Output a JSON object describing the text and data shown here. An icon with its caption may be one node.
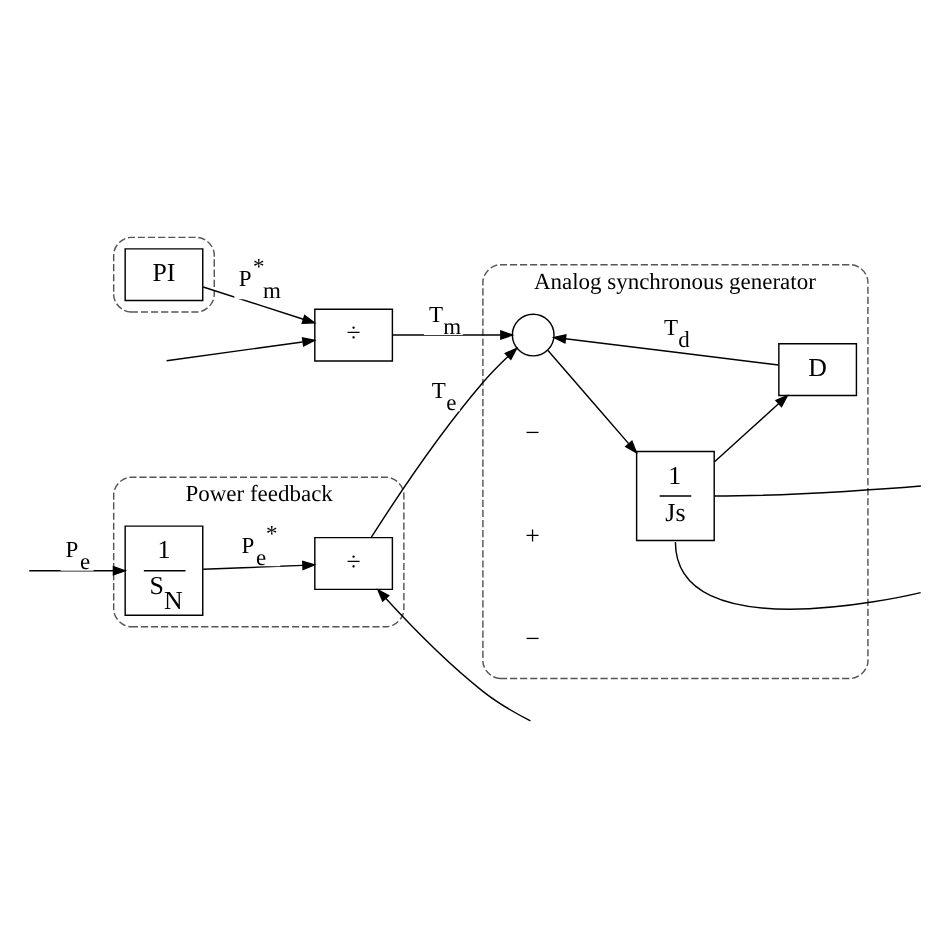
{
  "diagram": {
    "nodes": [
      {
        "text": [
          "Power feedback"
        ]
      },
      {
        "text": [
          "1",
          "S$_{N}$"
        ],
        "in": 0
      },
      {
        "text": [
          "÷"
        ],
        "in": 0
      },
      {
        "text": [],
        "shape": "box"
      },
      {
        "text": [
          "PI"
        ],
        "in": 3
      },
      {
        "text": [
          "÷"
        ]
      },
      {
        "text": [
          "Analog synchronous generator"
        ]
      },
      {
        "text": [],
        "shape": "circle",
        "in": 6
      },
      {
        "text": [
          "1",
          "Js"
        ],
        "in": 6
      },
      {
        "text": [
          "D"
        ],
        "in": 6
      }
    ],
    "edges": [
      {
        "from": null,
        "to": 1,
        "arrow": "to",
        "label": "P$_{e}$"
      },
      {
        "from": 1,
        "to": 2,
        "arrow": "to",
        "label": "P$_{e}$$^{*}$"
      },
      {
        "from": null,
        "to": 2,
        "arrow": "to"
      },
      {
        "from": 2,
        "to": 7,
        "arrow": "to",
        "label": "T$_{e}$"
      },
      {
        "from": 4,
        "to": 5,
        "arrow": "to",
        "label": "P$^{*}$$_{m}$"
      },
      {
        "from": 5,
        "to": 7,
        "arrow": "to",
        "label": "T$_{m}$"
      },
      {
        "from": 7,
        "to": 8,
        "arrow": "to"
      },
      {
        "from": 8,
        "to": 9,
        "arrow": "to"
      },
      {
        "from": 9,
        "to": 7,
        "arrow": "to",
        "label": "T$_{d}$"
      },
      {
        "from": null,
        "to": 5,
        "arrow": "to"
      },
      {
        "from": 8,
        "to": null,
        "arrow": "none"
      },
      {
        "from": 8,
        "to": null,
        "arrow": "none"
      }
    ],
    "labels": [
      "−",
      "+",
      "−"
    ]
  }
}
